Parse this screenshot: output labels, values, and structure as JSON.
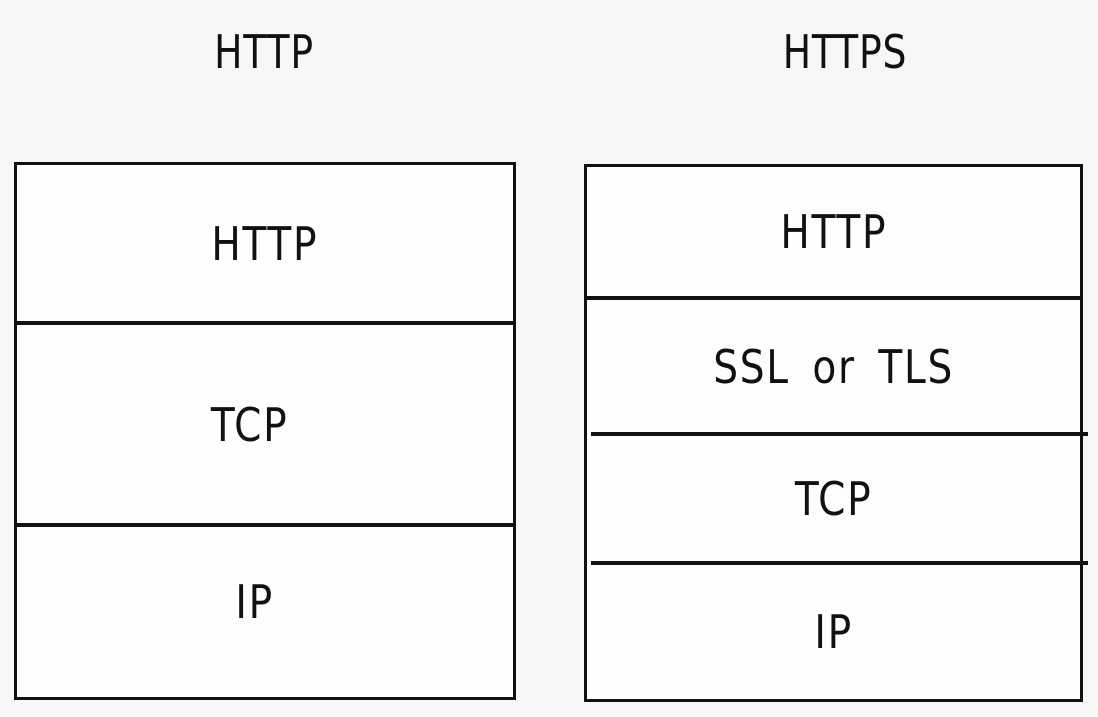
{
  "diagram": {
    "type": "protocol-stack-comparison",
    "stacks": [
      {
        "title": "HTTP",
        "layers": [
          {
            "label": "HTTP"
          },
          {
            "label": "TCP"
          },
          {
            "label": "IP"
          }
        ]
      },
      {
        "title": "HTTPS",
        "layers": [
          {
            "label": "HTTP"
          },
          {
            "label": "SSL or TLS"
          },
          {
            "label": "TCP"
          },
          {
            "label": "IP"
          }
        ]
      }
    ],
    "colors": {
      "background": "#f7f7f5",
      "box_fill": "#fdfdfc",
      "stroke": "#111111",
      "text": "#111111"
    }
  }
}
